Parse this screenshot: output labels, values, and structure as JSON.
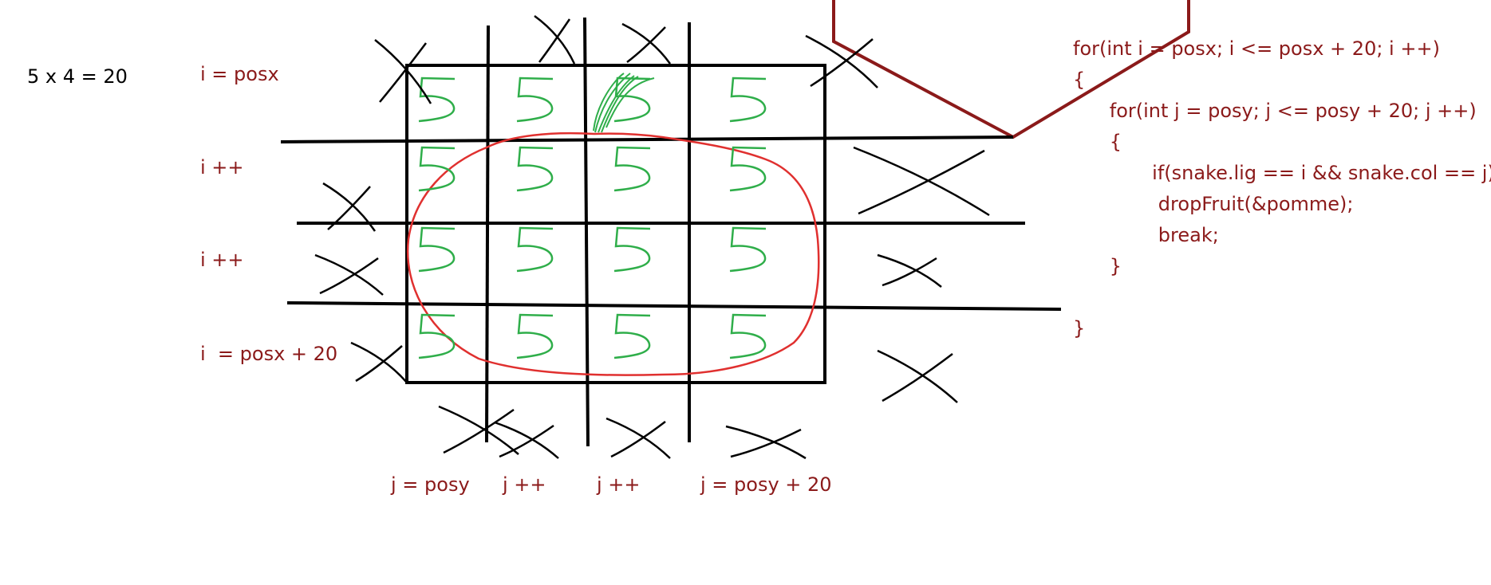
{
  "colors": {
    "ink": "#000000",
    "text": "#8b1a1a",
    "apple": "#e0302f",
    "glyph": "#2fae4a",
    "hexagon": "#8b1a1a"
  },
  "formula": "5 x 4 = 20",
  "row_labels": [
    "i = posx",
    "i ++",
    "i ++",
    "i  = posx + 20"
  ],
  "col_labels": [
    "j = posy",
    "j ++",
    "j ++",
    "j = posy + 20"
  ],
  "grid": {
    "rows": 4,
    "cols": 4,
    "cell_glyph": "5",
    "outside_marks": "x"
  },
  "code_lines": [
    "for(int i = posx; i <= posx + 20; i ++)",
    "{",
    "      for(int j = posy; j <= posy + 20; j ++)",
    "      {",
    "             if(snake.lig == i && snake.col == j)",
    "              dropFruit(&pomme);",
    "              break;",
    "      }",
    "",
    "}"
  ]
}
